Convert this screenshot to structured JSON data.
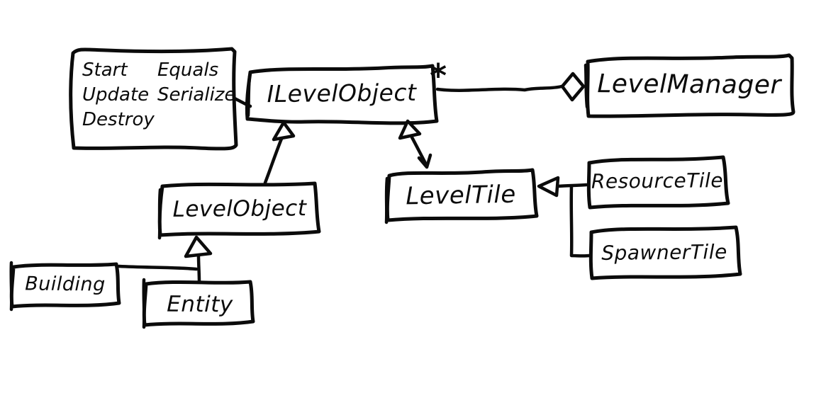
{
  "page": {
    "background_color": "#ffffff",
    "ink_color": "#0b0b0b"
  },
  "diagram": {
    "kind": "hand-drawn UML class diagram",
    "boxes": {
      "interface_methods": {
        "column1": [
          "Start",
          "Update",
          "Destroy"
        ],
        "column2": [
          "Equals",
          "Serialize"
        ]
      },
      "ilevelobject": {
        "label": "ILevelObject"
      },
      "levelmanager": {
        "label": "LevelManager"
      },
      "levelobject": {
        "label": "LevelObject"
      },
      "leveltile": {
        "label": "LevelTile"
      },
      "resourcetile": {
        "label": "ResourceTile"
      },
      "spawnertile": {
        "label": "SpawnerTile"
      },
      "building": {
        "label": "Building"
      },
      "entity": {
        "label": "Entity"
      }
    },
    "annotations": {
      "multiplicity": "*"
    },
    "relationships": [
      {
        "from": "ILevelObject",
        "to": "LevelManager",
        "type": "aggregation",
        "multiplicity_near_ilevelobject": "*"
      },
      {
        "from": "LevelObject",
        "to": "ILevelObject",
        "type": "inheritance"
      },
      {
        "from": "LevelTile",
        "to": "ILevelObject",
        "type": "inheritance"
      },
      {
        "from": "ResourceTile",
        "to": "LevelTile",
        "type": "inheritance"
      },
      {
        "from": "SpawnerTile",
        "to": "LevelTile",
        "type": "inheritance"
      },
      {
        "from": "Building",
        "to": "LevelObject",
        "type": "inheritance"
      },
      {
        "from": "Entity",
        "to": "LevelObject",
        "type": "inheritance"
      },
      {
        "from": "method note (Start, Update, Destroy, Equals, Serialize)",
        "to": "ILevelObject",
        "type": "note-attachment"
      }
    ]
  }
}
